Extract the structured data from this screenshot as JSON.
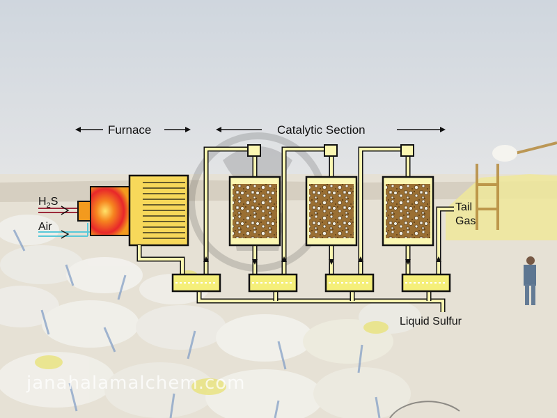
{
  "labels": {
    "furnace": "Furnace",
    "catalytic": "Catalytic Section",
    "h2s_main": "H",
    "h2s_sub": "2",
    "h2s_tail": "S",
    "air": "Air",
    "tail_line1": "Tail",
    "tail_line2": "Gas",
    "liquid_sulfur": "Liquid Sulfur"
  },
  "watermark": "janahalamalchem.com",
  "colors": {
    "sky": "#d9dde3",
    "ground": "#e8e2d4",
    "sulfur_yellow": "#f5ef7a",
    "pipe_fill": "#fbf7b2",
    "furnace_yellow": "#f7d85a",
    "burner_orange": "#f39a1e",
    "flame_red": "#e8272a",
    "catalyst_brown": "#9a6f33",
    "outline": "#111111",
    "h2s_line": "#9b2a3a",
    "air_line": "#58c8d8"
  }
}
